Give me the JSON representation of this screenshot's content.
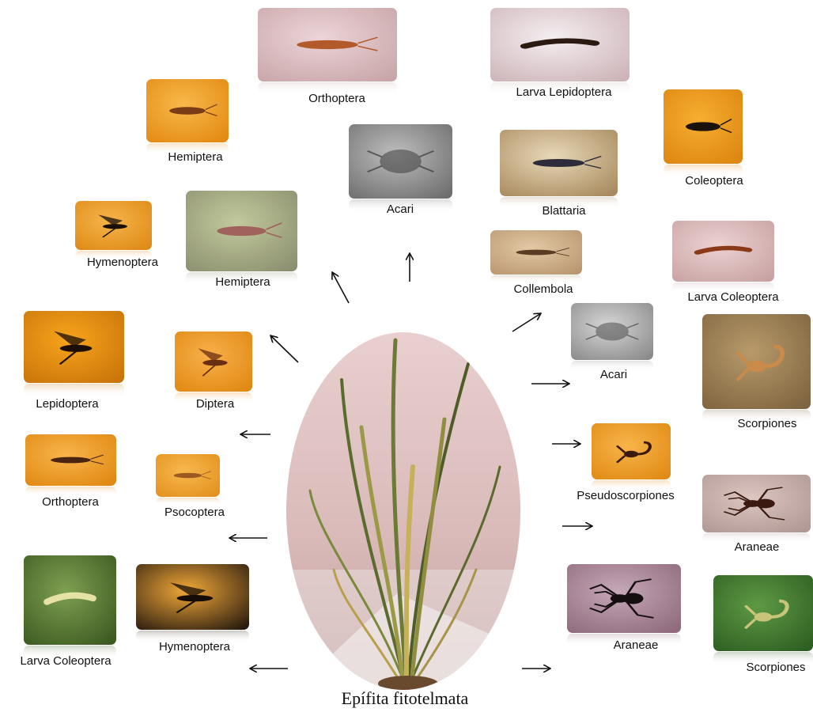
{
  "title": "Epífita fitotelmata",
  "taxa": [
    {
      "label": "Orthoptera",
      "icon": "orthoptera-icon",
      "bg": [
        "#ecd4d8",
        "#c8a6a8"
      ],
      "fg": "#b25a2a"
    },
    {
      "label": "Larva Lepidoptera",
      "icon": "larva-lepidoptera-icon",
      "bg": [
        "#f4eef0",
        "#cdb4b8"
      ],
      "fg": "#2a1a12"
    },
    {
      "label": "Hemiptera",
      "icon": "hemiptera-icon",
      "bg": [
        "#f8b84a",
        "#e38a12"
      ],
      "fg": "#7a3c14"
    },
    {
      "label": "Coleoptera",
      "icon": "coleoptera-icon",
      "bg": [
        "#f6ae30",
        "#dd8610"
      ],
      "fg": "#1a120c"
    },
    {
      "label": "Acari",
      "icon": "acari-icon",
      "bg": [
        "#bdbdbd",
        "#6e6e6e"
      ],
      "fg": "#3c3c3c"
    },
    {
      "label": "Blattaria",
      "icon": "blattaria-icon",
      "bg": [
        "#e8d8b8",
        "#a88a5e"
      ],
      "fg": "#2e2c3a"
    },
    {
      "label": "Hymenoptera",
      "icon": "hymenoptera-icon",
      "bg": [
        "#f6b44a",
        "#de8a16"
      ],
      "fg": "#1a1008"
    },
    {
      "label": "Hemiptera",
      "icon": "hemiptera-icon",
      "bg": [
        "#c2c99c",
        "#8c9070"
      ],
      "fg": "#a0625c"
    },
    {
      "label": "Collembola",
      "icon": "collembola-icon",
      "bg": [
        "#e2c9a4",
        "#b89670"
      ],
      "fg": "#5a3c22"
    },
    {
      "label": "Larva Coleoptera",
      "icon": "larva-coleoptera-icon",
      "bg": [
        "#ecd2d2",
        "#c8a2a2"
      ],
      "fg": "#8a3a16"
    },
    {
      "label": "Lepidoptera",
      "icon": "lepidoptera-icon",
      "bg": [
        "#f8a41c",
        "#c8740a"
      ],
      "fg": "#1a0e06"
    },
    {
      "label": "Diptera",
      "icon": "diptera-icon",
      "bg": [
        "#f8b04a",
        "#e08812"
      ],
      "fg": "#6a2e12"
    },
    {
      "label": "Acari",
      "icon": "acari-icon",
      "bg": [
        "#d6d6d6",
        "#8a8a8a"
      ],
      "fg": "#4a4a4a"
    },
    {
      "label": "Scorpiones",
      "icon": "scorpiones-icon",
      "bg": [
        "#b89a6a",
        "#7e6440"
      ],
      "fg": "#c98a4a"
    },
    {
      "label": "Orthoptera",
      "icon": "orthoptera-icon",
      "bg": [
        "#f8b44a",
        "#e08812"
      ],
      "fg": "#4a2410"
    },
    {
      "label": "Psocoptera",
      "icon": "psocoptera-icon",
      "bg": [
        "#f8b84e",
        "#e2901c"
      ],
      "fg": "#9a5a22"
    },
    {
      "label": "Pseudoscorpiones",
      "icon": "pseudoscorpiones-icon",
      "bg": [
        "#f8b44a",
        "#e08a14"
      ],
      "fg": "#3a1a0a"
    },
    {
      "label": "Araneae",
      "icon": "araneae-icon",
      "bg": [
        "#ddc6c2",
        "#b09894"
      ],
      "fg": "#3a1a10"
    },
    {
      "label": "Larva Coleoptera",
      "icon": "larva-coleoptera-icon",
      "bg": [
        "#7ea050",
        "#3c5a22"
      ],
      "fg": "#e6e2a6"
    },
    {
      "label": "Hymenoptera",
      "icon": "hymenoptera-icon",
      "bg": [
        "#f2a838",
        "#2a1c10"
      ],
      "fg": "#140c06"
    },
    {
      "label": "Araneae",
      "icon": "araneae-icon",
      "bg": [
        "#c6a8b8",
        "#8e6a7c"
      ],
      "fg": "#140e10"
    },
    {
      "label": "Scorpiones",
      "icon": "scorpiones-icon",
      "bg": [
        "#5e9a44",
        "#2e5e22"
      ],
      "fg": "#c8c478"
    }
  ]
}
